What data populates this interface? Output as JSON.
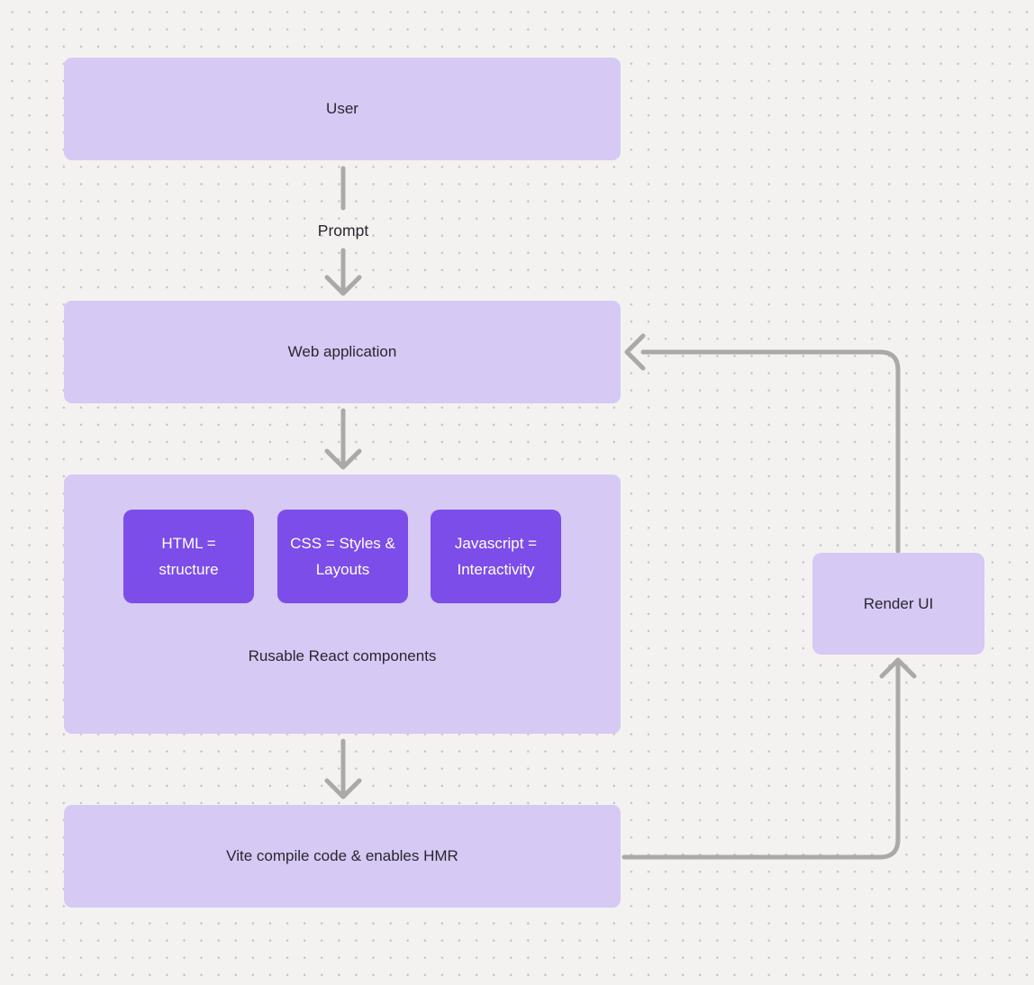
{
  "colors": {
    "background": "#f3f2f1",
    "dot": "#c6c5c3",
    "node_fill": "#d6c9f4",
    "node_text": "#29272f",
    "card_fill": "#7c4de8",
    "card_text": "#ffffff",
    "connector": "#aaa9a7"
  },
  "nodes": {
    "user": {
      "label": "User"
    },
    "web_application": {
      "label": "Web application"
    },
    "components_group": {
      "label": "Rusable React components",
      "cards": [
        {
          "label": "HTML = structure"
        },
        {
          "label": "CSS = Styles & Layouts"
        },
        {
          "label": "Javascript = Interactivity"
        }
      ]
    },
    "vite": {
      "label": "Vite compile code & enables HMR"
    },
    "render_ui": {
      "label": "Render UI"
    }
  },
  "connectors": {
    "prompt_label": "Prompt"
  }
}
